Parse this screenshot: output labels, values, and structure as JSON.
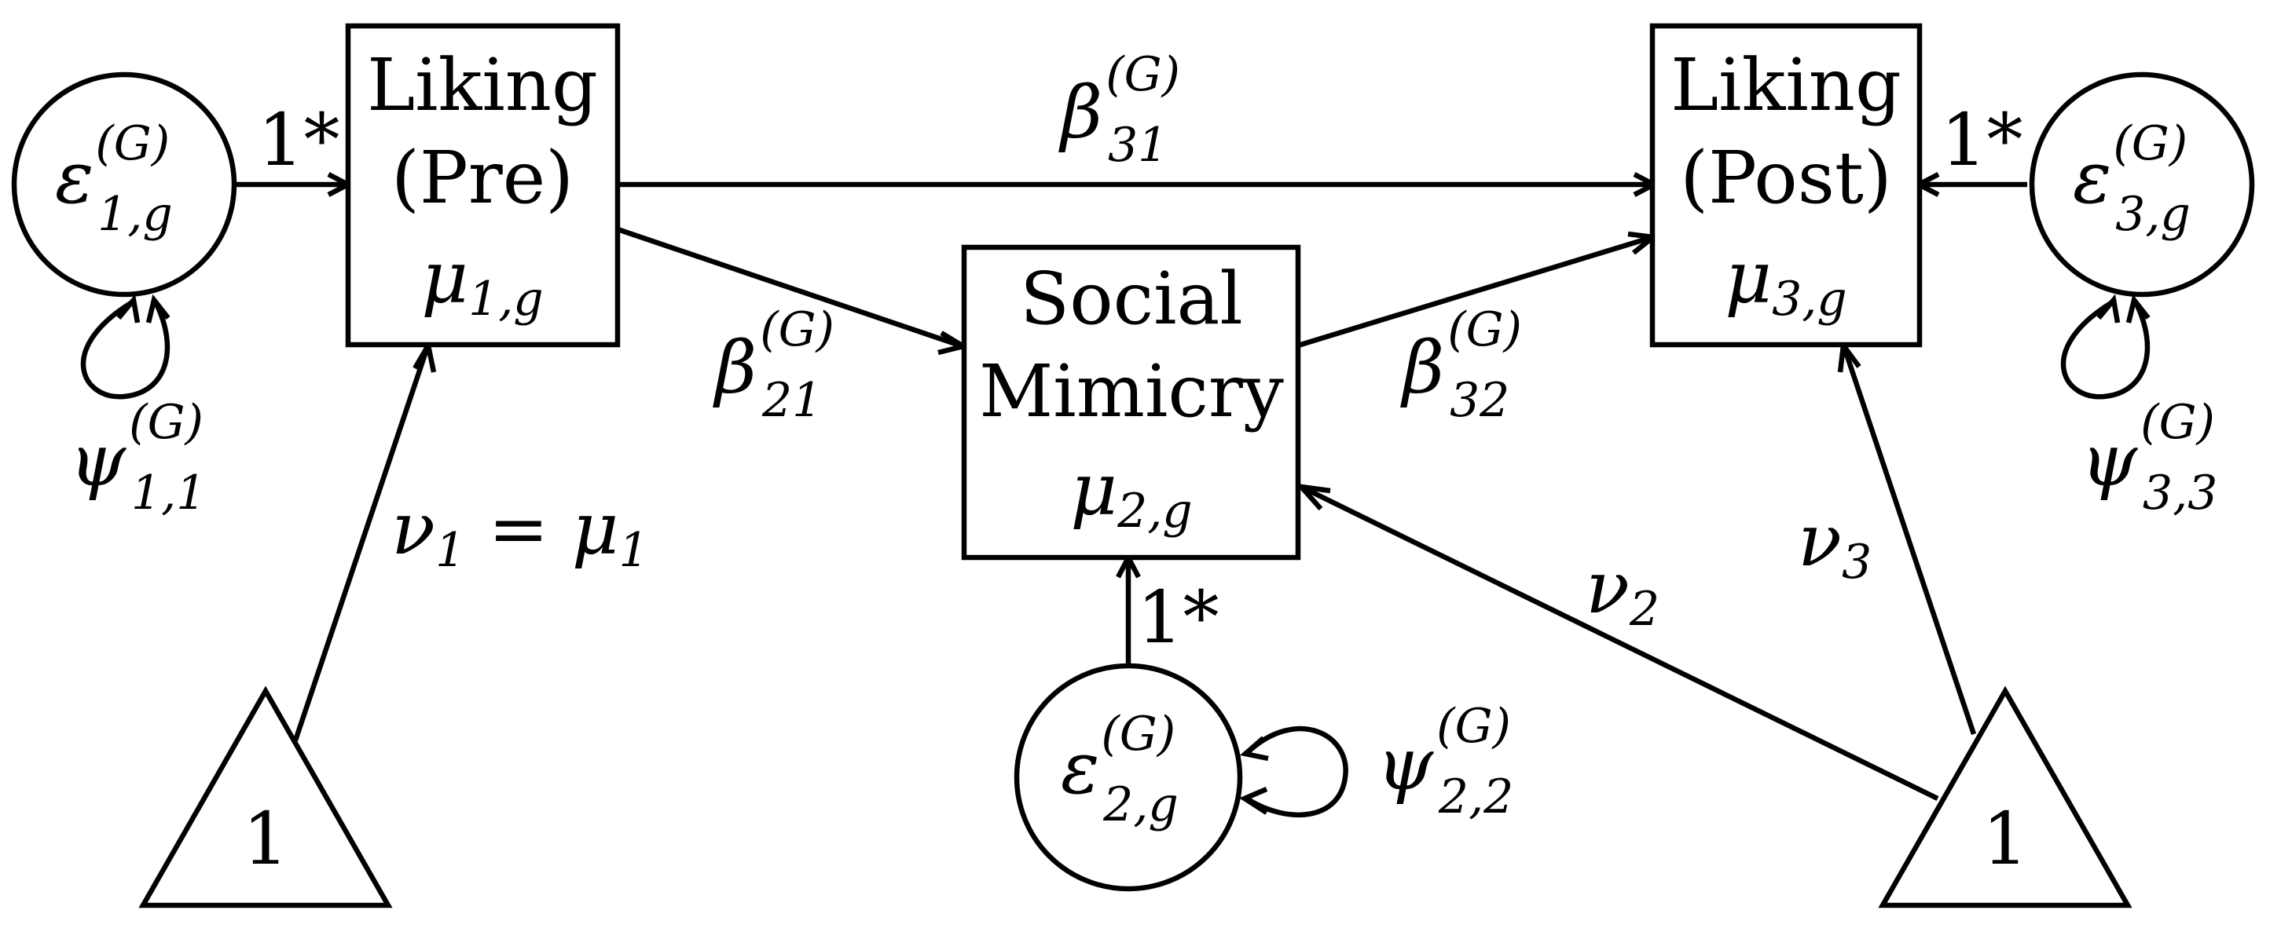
{
  "nodes": {
    "liking_pre": {
      "line1": "Liking",
      "line2": "(Pre)",
      "mean": {
        "symbol": "μ",
        "sub": "1,g"
      }
    },
    "social_mimicry": {
      "line1": "Social",
      "line2": "Mimicry",
      "mean": {
        "symbol": "μ",
        "sub": "2,g"
      }
    },
    "liking_post": {
      "line1": "Liking",
      "line2": "(Post)",
      "mean": {
        "symbol": "μ",
        "sub": "3,g"
      }
    },
    "error_1": {
      "symbol": "ε",
      "sup": "(G)",
      "sub": "1,g"
    },
    "error_2": {
      "symbol": "ε",
      "sup": "(G)",
      "sub": "2,g"
    },
    "error_3": {
      "symbol": "ε",
      "sup": "(G)",
      "sub": "3,g"
    },
    "constant_left": {
      "label": "1"
    },
    "constant_right": {
      "label": "1"
    }
  },
  "paths": {
    "beta_31": {
      "symbol": "β",
      "sup": "(G)",
      "sub": "31"
    },
    "beta_21": {
      "symbol": "β",
      "sup": "(G)",
      "sub": "21"
    },
    "beta_32": {
      "symbol": "β",
      "sup": "(G)",
      "sub": "32"
    },
    "loading_1": "1*",
    "loading_2": "1*",
    "loading_3": "1*",
    "nu_1": {
      "symbol": "ν",
      "sub": "1",
      "rest": " = μ",
      "rest_sub": "1"
    },
    "nu_2": {
      "symbol": "ν",
      "sub": "2"
    },
    "nu_3": {
      "symbol": "ν",
      "sub": "3"
    }
  },
  "variances": {
    "psi_11": {
      "symbol": "ψ",
      "sup": "(G)",
      "sub": "1,1"
    },
    "psi_22": {
      "symbol": "ψ",
      "sup": "(G)",
      "sub": "2,2"
    },
    "psi_33": {
      "symbol": "ψ",
      "sup": "(G)",
      "sub": "3,3"
    }
  }
}
